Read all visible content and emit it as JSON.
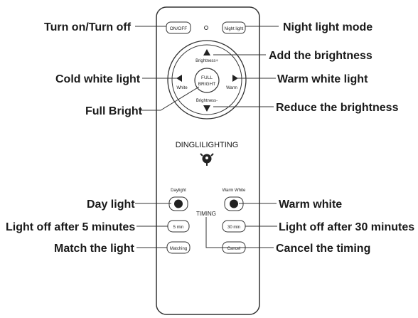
{
  "remote": {
    "brand": "DINGLILIGHTING",
    "buttons": {
      "on_off": "ON/OFF",
      "night_light": "Night light",
      "full_bright_line1": "FULL",
      "full_bright_line2": "BRIGHT",
      "brightness_plus": "Brightness+",
      "brightness_minus": "Brightness-",
      "white": "White",
      "warm": "Warm",
      "daylight": "Daylight",
      "warm_white": "Warm White",
      "timing": "TIMING",
      "five_min": "5 min",
      "thirty_min": "30 min",
      "matching": "Matching",
      "cancel": "Cancel"
    }
  },
  "callouts": {
    "turn_on_off": "Turn on/Turn off",
    "night_light_mode": "Night light mode",
    "add_brightness": "Add the brightness",
    "cold_white": "Cold white light",
    "warm_white_light": "Warm white light",
    "full_bright": "Full Bright",
    "reduce_brightness": "Reduce the brightness",
    "day_light": "Day light",
    "warm_white": "Warm white",
    "off_5": "Light off after 5 minutes",
    "off_30": "Light off after 30 minutes",
    "match": "Match the light",
    "cancel_timing": "Cancel the timing"
  }
}
